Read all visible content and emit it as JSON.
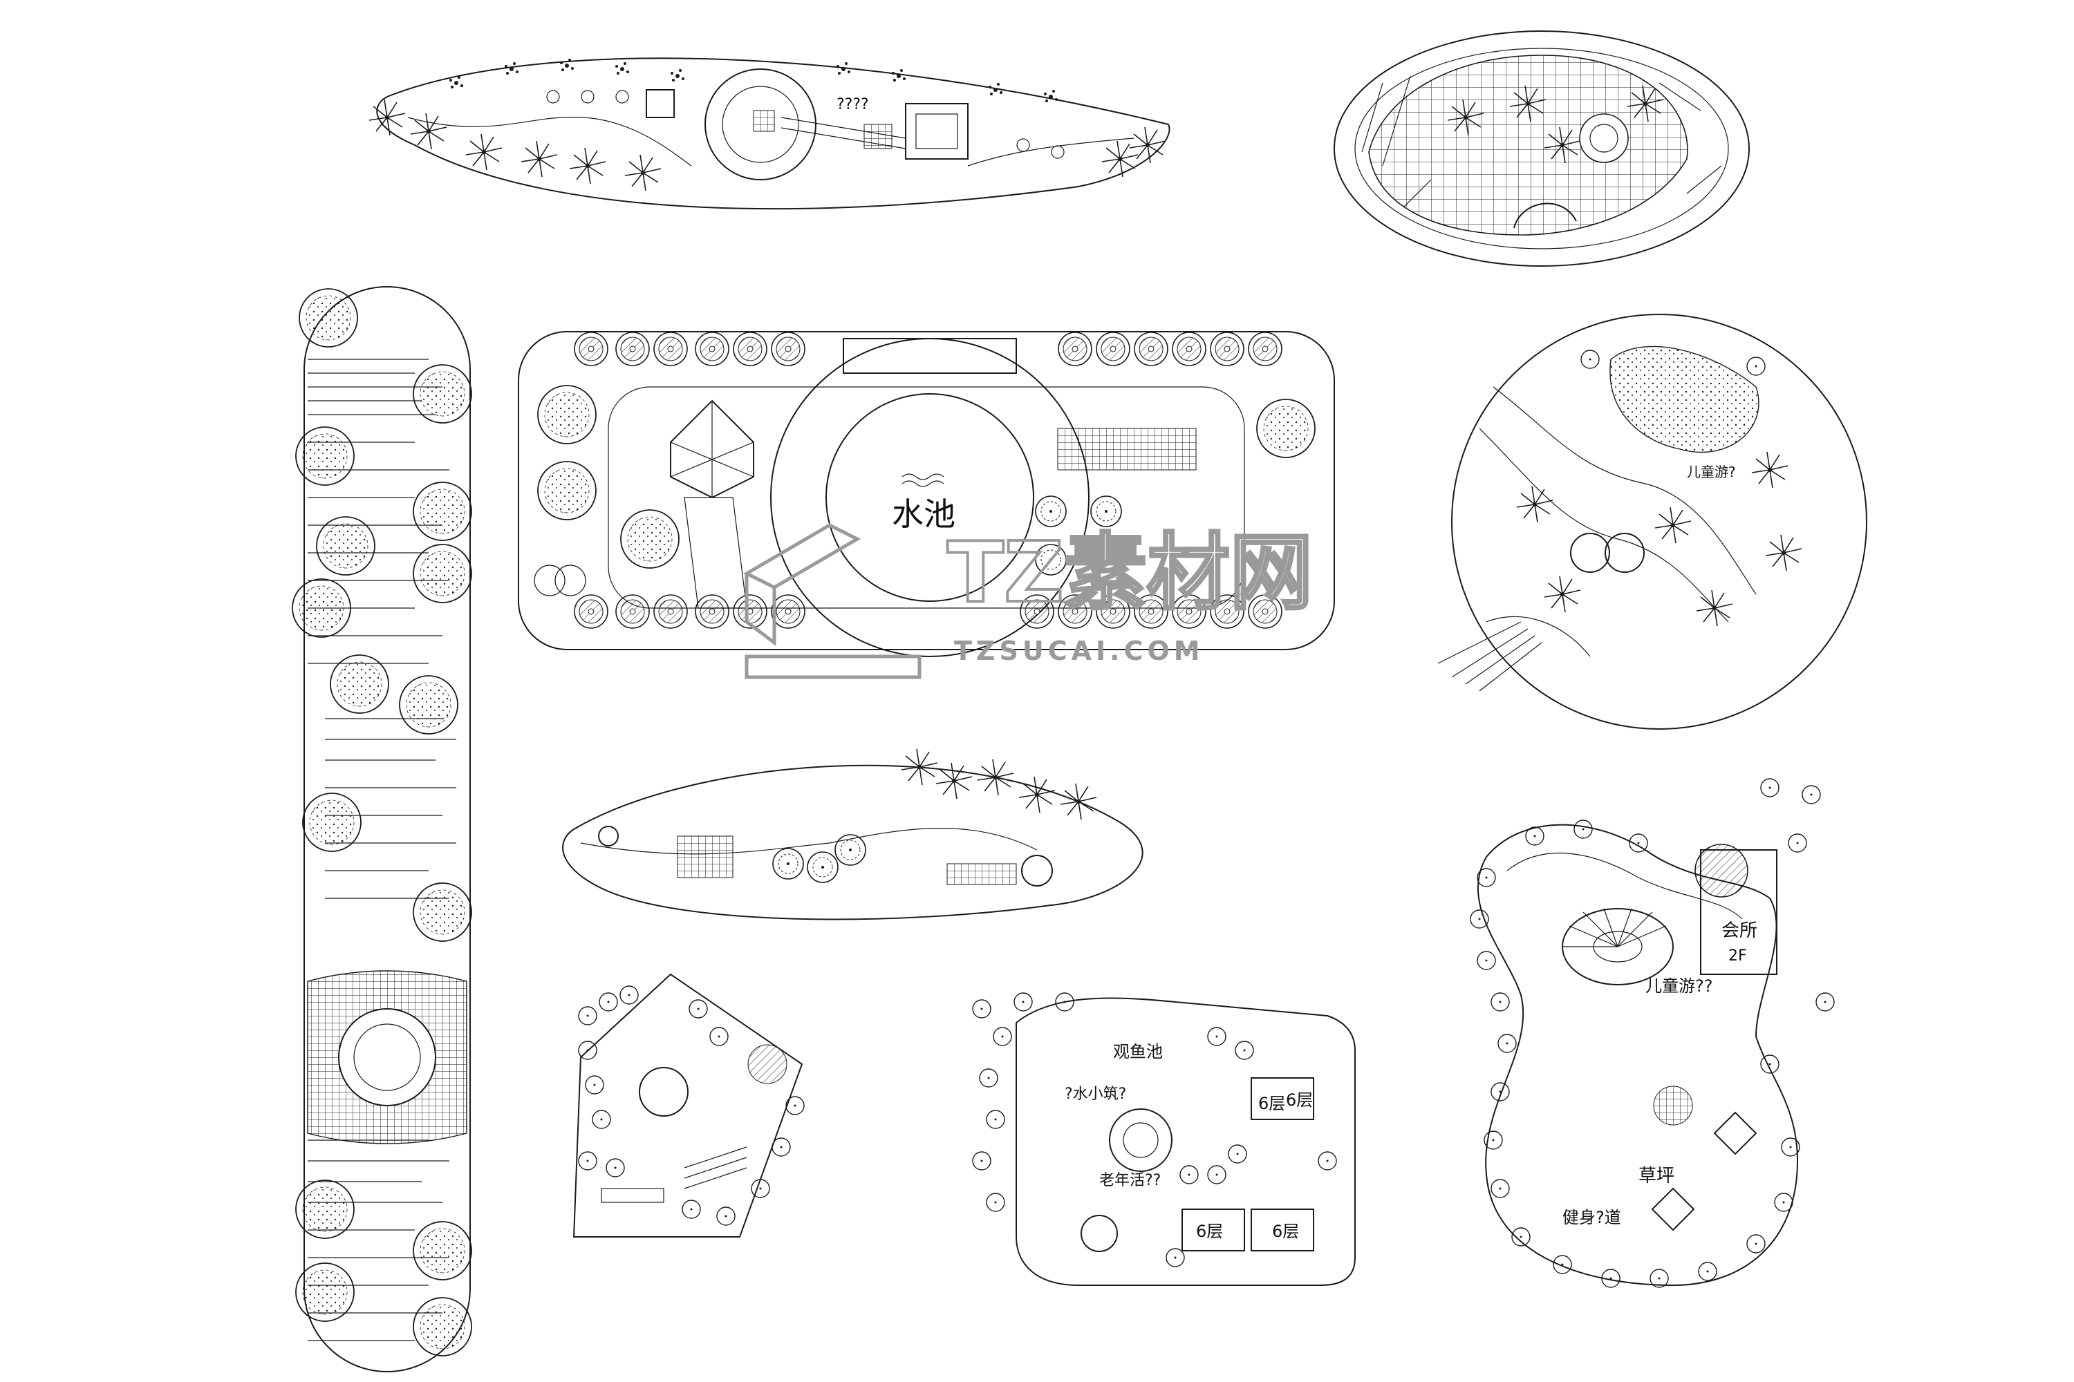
{
  "drawing": {
    "labels": {
      "pool": "水池",
      "upper_leaf_note": "????",
      "children_area_note": "儿童游?",
      "clubhouse": "会所",
      "clubhouse_floors": "2F",
      "children_play": "儿童游??",
      "lawn": "草坪",
      "fitness_path": "健身?道",
      "fish_pond": "观鱼池",
      "water_note": "?水小筑?",
      "elderly_area": "老年活??",
      "floors_6_a": "6层",
      "floors_6_b": "6层",
      "floors_6_c": "6层",
      "floors_6_d": "6层"
    }
  },
  "watermark": {
    "text": "TZ素材网",
    "url": "TZSUCAI.COM"
  }
}
